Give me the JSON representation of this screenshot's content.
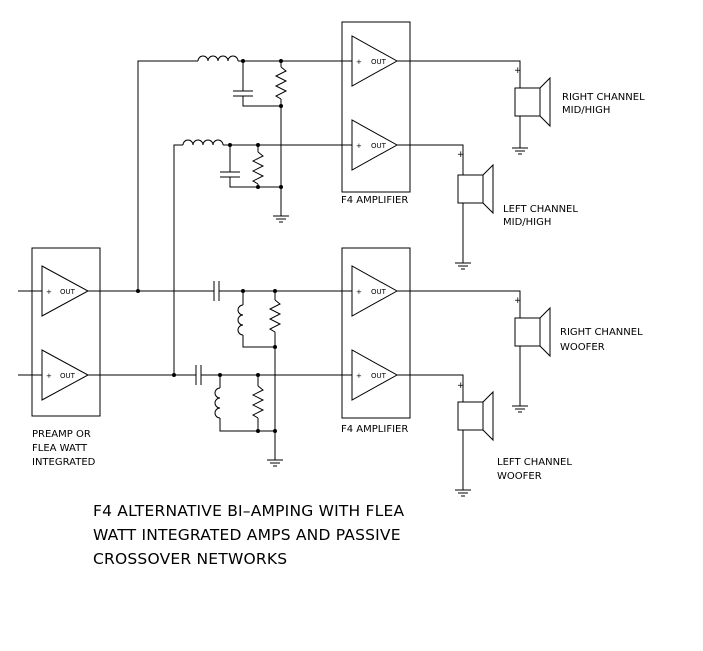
{
  "amplifier_labels": {
    "top": "F4 AMPLIFIER",
    "bottom": "F4 AMPLIFIER",
    "preamp_line1": "PREAMP OR",
    "preamp_line2": "FLEA WATT",
    "preamp_line3": "INTEGRATED"
  },
  "opamp_text": {
    "out": "OUT",
    "plus": "+"
  },
  "speakers": {
    "right_mid_line1": "RIGHT CHANNEL",
    "right_mid_line2": "MID/HIGH",
    "left_mid_line1": "LEFT CHANNEL",
    "left_mid_line2": "MID/HIGH",
    "right_woof_line1": "RIGHT CHANNEL",
    "right_woof_line2": "WOOFER",
    "left_woof_line1": "LEFT CHANNEL",
    "left_woof_line2": "WOOFER"
  },
  "caption": {
    "line1": "F4 ALTERNATIVE BI–AMPING WITH FLEA",
    "line2": "WATT INTEGRATED AMPS AND PASSIVE",
    "line3": "CROSSOVER NETWORKS"
  }
}
